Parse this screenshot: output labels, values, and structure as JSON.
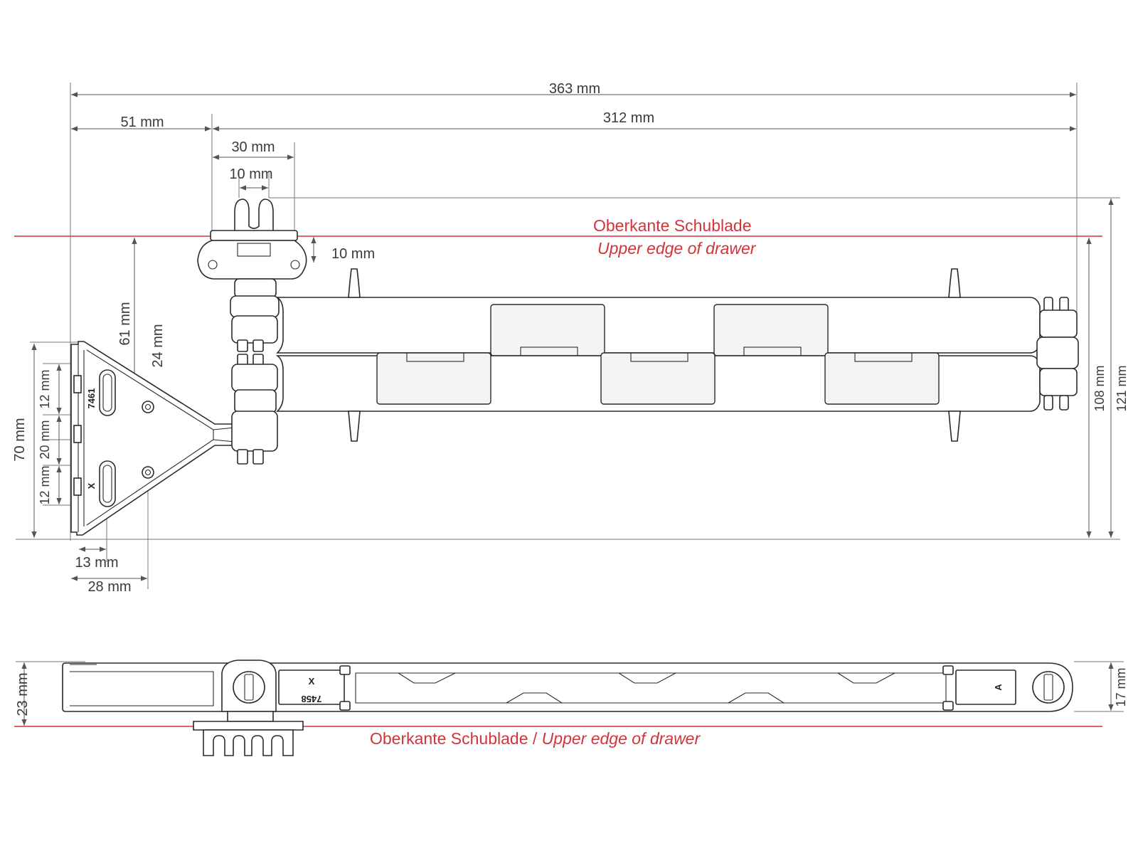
{
  "top_view": {
    "dimensions": {
      "overall_width": "363 mm",
      "rail_length": "312 mm",
      "offset": "51 mm",
      "clip_width": "30 mm",
      "clip_gap": "10 mm",
      "clip_height": "10 mm",
      "bracket_depth": "61 mm",
      "hole_spacing": "24 mm",
      "bracket_height": "70 mm",
      "slot_upper": "12 mm",
      "slot_middle": "20 mm",
      "slot_lower": "12 mm",
      "slot_offset": "13 mm",
      "hole_offset": "28 mm",
      "inner_height": "108 mm",
      "total_height": "121 mm"
    },
    "part_labels": {
      "bracket_number": "7461",
      "bracket_mark": "X"
    },
    "reference_line": {
      "german": "Oberkante Schublade",
      "english": "Upper edge of drawer"
    }
  },
  "side_view": {
    "dimensions": {
      "left_height": "23 mm",
      "right_height": "17 mm"
    },
    "part_labels": {
      "rail_mark": "X",
      "rail_number": "7458",
      "end_mark": "A"
    },
    "reference_line": {
      "german": "Oberkante Schublade",
      "separator": " / ",
      "english": "Upper edge of drawer"
    }
  },
  "colors": {
    "line": "#2a2a2a",
    "dimension": "#555555",
    "reference": "#d2343a"
  }
}
